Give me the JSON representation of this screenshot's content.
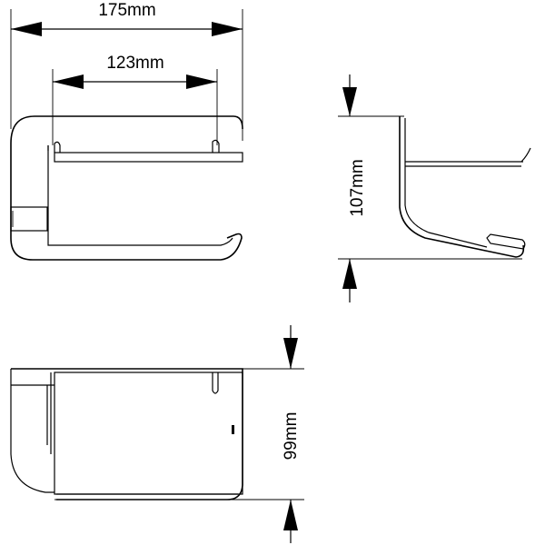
{
  "dimensions": {
    "overall_width": "175mm",
    "inner_width": "123mm",
    "height": "107mm",
    "depth": "99mm"
  },
  "colors": {
    "line": "#000000",
    "background": "#ffffff"
  }
}
